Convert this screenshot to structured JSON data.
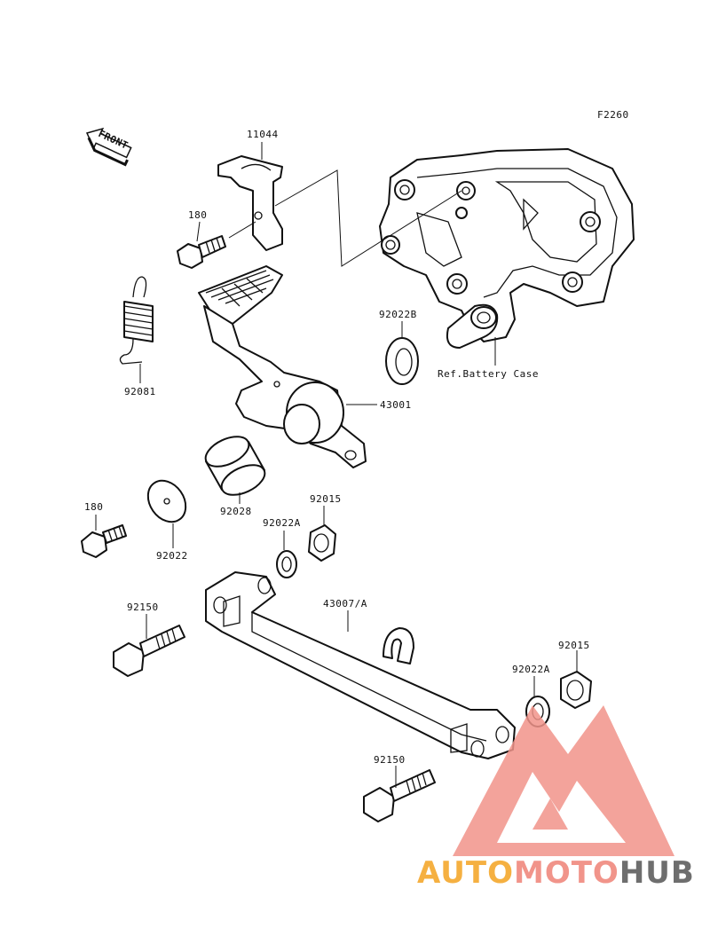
{
  "figure_code": "F2260",
  "front_label": "FRONT",
  "reference_note": "Ref.Battery Case",
  "parts": {
    "p11044": "11044",
    "p180_top": "180",
    "p92081": "92081",
    "p92022B": "92022B",
    "p43001": "43001",
    "p92028": "92028",
    "p92022": "92022",
    "p180_bottom": "180",
    "p92015_top": "92015",
    "p92022A_top": "92022A",
    "p43007A": "43007/A",
    "p92150_top": "92150",
    "p92015_bottom": "92015",
    "p92022A_bottom": "92022A",
    "p92150_bottom": "92150"
  },
  "watermark": {
    "part1": "AUTO",
    "part2": "MOTO",
    "part3": "HUB",
    "color_auto": "#f5b041",
    "color_moto": "#f1948a",
    "color_hub": "#6e6e6e",
    "logo_color": "#f1948a"
  }
}
